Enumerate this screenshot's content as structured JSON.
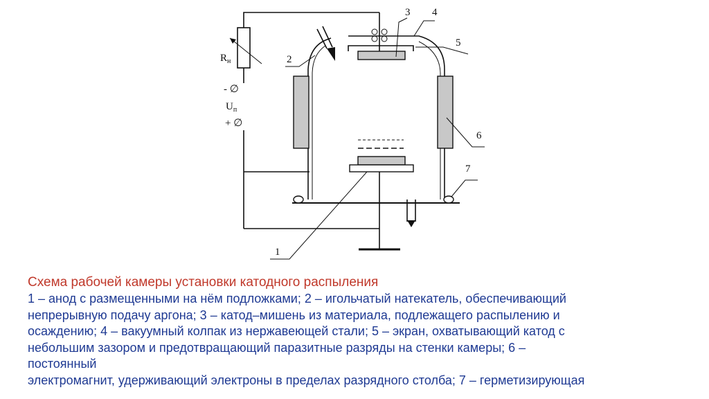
{
  "diagram": {
    "labels": {
      "rn": "R",
      "rn_sub": "н",
      "minus": "- ∅",
      "up": "U",
      "up_sub": "п",
      "plus": "+ ∅",
      "n1": "1",
      "n2": "2",
      "n3": "3",
      "n4": "4",
      "n5": "5",
      "n6": "6",
      "n7": "7"
    }
  },
  "caption": {
    "title": "Схема рабочей камеры установки катодного распыления",
    "lines": [
      "1 – анод с размещенными на нём подложками; 2 – игольчатый натекатель, обеспечивающий",
      "непрерывную подачу аргона; 3 – катод–мишень из материала, подлежащего распылению и",
      "осаждению; 4 – вакуумный колпак из нержавеющей стали; 5 – экран, охватывающий катод с",
      "небольшим зазором и предотвращающий паразитные разряды на стенки камеры; 6 –",
      "постоянный",
      "электромагнит, удерживающий электроны в пределах разрядного столба; 7 – герметизирующая"
    ]
  },
  "colors": {
    "title": "#c0392b",
    "text": "#1f3a93",
    "magnet": "#c8c8c8",
    "target": "#c8c8c8"
  }
}
